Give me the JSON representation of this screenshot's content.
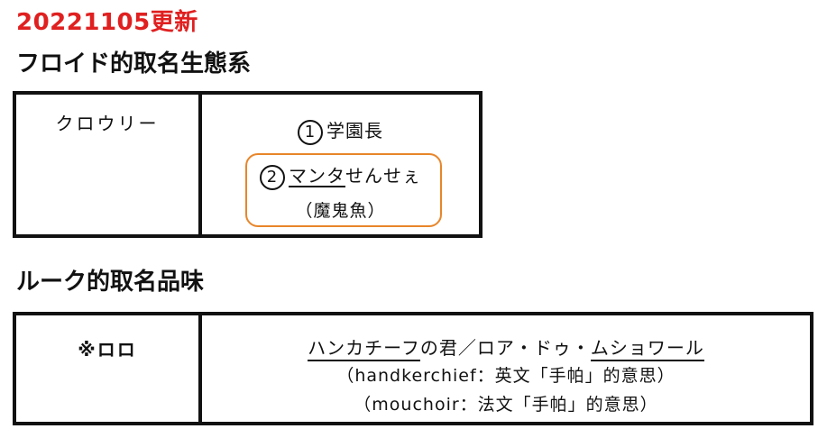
{
  "update_label": "20221105更新",
  "section1": {
    "heading": "フロイド的取名生態系",
    "left_name": "クロウリー",
    "item1_num": "1",
    "item1_text": "学園長",
    "item2_num": "2",
    "item2_underlined": "マンタ",
    "item2_rest": "せんせぇ",
    "item2_note": "（魔鬼魚）",
    "highlight_color": "#e8862a"
  },
  "section2": {
    "heading": "ルーク的取名品味",
    "left_name": "※ロロ",
    "line1_a": "ハンカチーフ",
    "line1_b": "の君／ロア・ドゥ・",
    "line1_c": "ムショワール",
    "line2": "（handkerchief：英文「手帕」的意思）",
    "line3": "（mouchoir：法文「手帕」的意思）"
  },
  "colors": {
    "accent_red": "#e02020"
  }
}
